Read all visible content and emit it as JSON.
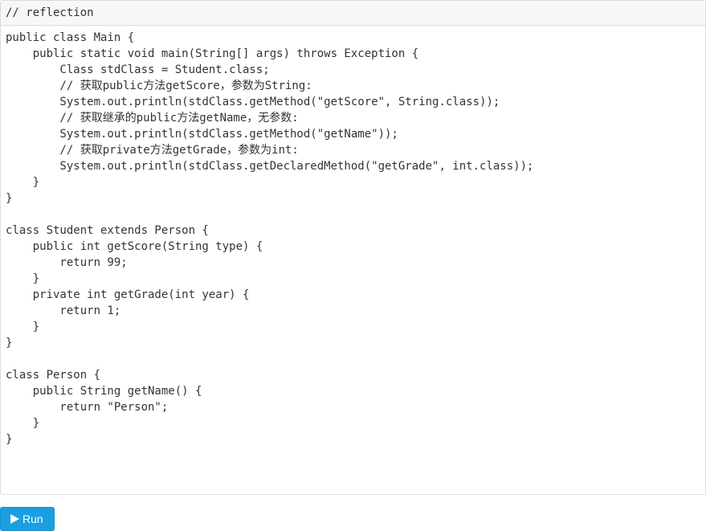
{
  "editor": {
    "header_label": "// reflection",
    "code_lines": [
      "public class Main {",
      "    public static void main(String[] args) throws Exception {",
      "        Class stdClass = Student.class;",
      "        // 获取public方法getScore，参数为String:",
      "        System.out.println(stdClass.getMethod(\"getScore\", String.class));",
      "        // 获取继承的public方法getName，无参数:",
      "        System.out.println(stdClass.getMethod(\"getName\"));",
      "        // 获取private方法getGrade，参数为int:",
      "        System.out.println(stdClass.getDeclaredMethod(\"getGrade\", int.class));",
      "    }",
      "}",
      "",
      "class Student extends Person {",
      "    public int getScore(String type) {",
      "        return 99;",
      "    }",
      "    private int getGrade(int year) {",
      "        return 1;",
      "    }",
      "}",
      "",
      "class Person {",
      "    public String getName() {",
      "        return \"Person\";",
      "    }",
      "}"
    ]
  },
  "run_button": {
    "label": "Run",
    "icon": "play-icon"
  },
  "colors": {
    "run_button_bg": "#1a9fe0",
    "code_text": "#333333",
    "header_bg": "#f7f7f7",
    "border": "#dcdcdc"
  }
}
